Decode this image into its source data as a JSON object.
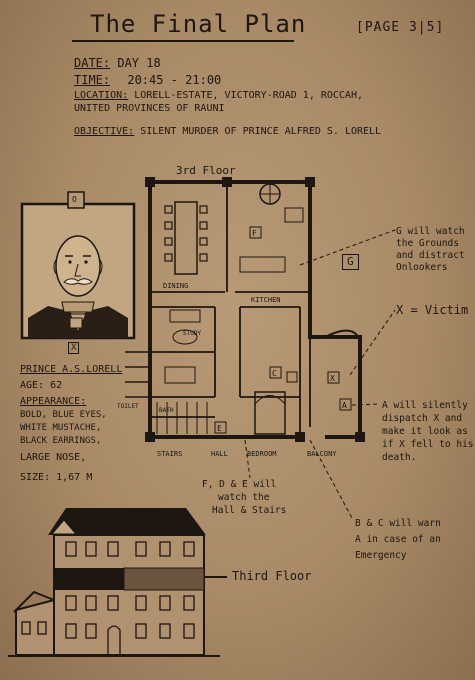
{
  "header": {
    "title": "The Final Plan",
    "page_indicator": "[PAGE 3|5]"
  },
  "fields": {
    "date_label": "DATE:",
    "date_value": "DAY 18",
    "time_label": "TIME:",
    "time_value": "20:45 - 21:00",
    "location_label": "LOCATION:",
    "location_line1": "LORELL-ESTATE, VICTORY-ROAD 1, ROCCAH,",
    "location_line2": "UNITED PROVINCES OF RAUNI",
    "objective_label": "OBJECTIVE:",
    "objective_value": "SILENT MURDER OF PRINCE ALFRED S. LORELL"
  },
  "portrait": {
    "top_marker": "O",
    "badge": "X",
    "name": "PRINCE A.S.LORELL",
    "age": "AGE: 62",
    "appearance_label": "APPEARANCE:",
    "appearance_lines": [
      "BOLD, BLUE EYES,",
      "WHITE MUSTACHE,",
      "BLACK EARRINGS,",
      "LARGE NOSE,"
    ],
    "size": "SIZE: 1,67 m"
  },
  "floorplan": {
    "floor_label": "3rd Floor",
    "rooms": {
      "dining": "DINING",
      "kitchen": "KITCHEN",
      "study": "STUDY",
      "bath": "BATH",
      "toilet": "TOILET",
      "stairs": "STAIRS",
      "hall": "HALL",
      "bedroom": "BEDROOM",
      "balcony": "BALCONY"
    },
    "markers": [
      "F",
      "C",
      "X",
      "A",
      "E"
    ]
  },
  "notes": {
    "g_note": "G will watch the Grounds and distract Onlookers",
    "g_marker": "G",
    "x_note": "X = Victim",
    "a_note_1": "A will silently",
    "a_note_2": "dispatch X and",
    "a_note_3": "make it look as",
    "a_note_4": "if X fell to his",
    "a_note_5": "death.",
    "fde_note_1": "F, D & E will",
    "fde_note_2": "watch the",
    "fde_note_3": "Hall & Stairs",
    "bc_note_1": "B & C will warn",
    "bc_note_2": "A in case of an",
    "bc_note_3": "Emergency"
  },
  "building": {
    "label": "Third Floor"
  }
}
